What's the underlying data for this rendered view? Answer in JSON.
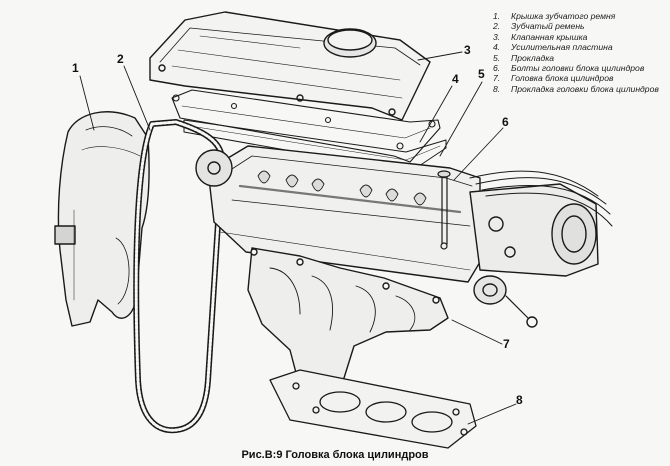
{
  "legend": [
    {
      "num": "1.",
      "text": "Крышка зубчатого ремня"
    },
    {
      "num": "2.",
      "text": "Зубчатый ремень"
    },
    {
      "num": "3.",
      "text": "Клапанная крышка"
    },
    {
      "num": "4.",
      "text": "Усилительная пластина"
    },
    {
      "num": "5.",
      "text": "Прокладка"
    },
    {
      "num": "6.",
      "text": "Болты головки блока цилиндров"
    },
    {
      "num": "7.",
      "text": "Головка блока цилиндров"
    },
    {
      "num": "8.",
      "text": "Прокладка головки блока цилиндров"
    }
  ],
  "callouts": {
    "c1": "1",
    "c2": "2",
    "c3": "3",
    "c4": "4",
    "c5": "5",
    "c6": "6",
    "c7": "7",
    "c8": "8"
  },
  "caption": "Рис.В:9 Головка блока цилиндров",
  "colors": {
    "line": "#1a1a1a",
    "paper": "#f7f7f5",
    "shade": "#bdbdbd"
  }
}
